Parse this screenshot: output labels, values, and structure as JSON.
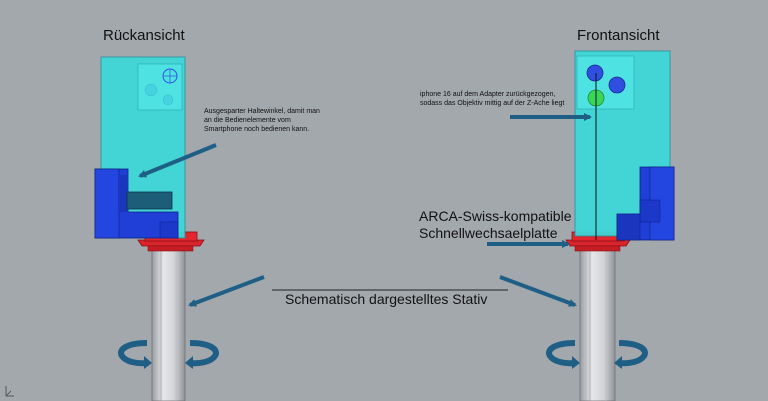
{
  "views": {
    "rear_title": "Rückansicht",
    "front_title": "Frontansicht"
  },
  "annotations": {
    "holder_note": "Ausgesparter Haltewinkel, damit man\nan die Bedienelemente vom\nSmartphone noch bedienen kann.",
    "iphone_note": "iphone 16 auf dem Adapter zurückgezogen,\nsodass das Objektiv mittig auf der Z-Ache liegt",
    "arca_note": "ARCA-Swiss-kompatible\nSchnellwechsaelplatte",
    "tripod_note": "Schematisch dargestelltes Stativ"
  },
  "colors": {
    "background": "#a3a8ad",
    "phone": "#3dd6d6",
    "holder": "#1f3fd6",
    "plate": "#e0242b",
    "tripod": "#c7c9cc",
    "arrow": "#1f5f86",
    "lens_blue": "#2f4fe0",
    "lens_green": "#3ad65a"
  },
  "icons": [
    "rotation-arrow-icon",
    "axis-triad-icon"
  ]
}
